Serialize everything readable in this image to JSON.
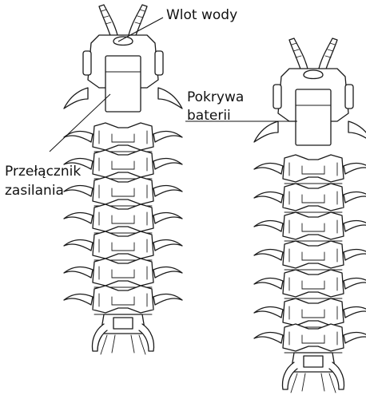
{
  "labels": {
    "water_inlet": "Wlot wody",
    "battery_cover_line1": "Pokrywa",
    "battery_cover_line2": "baterii",
    "power_switch_line1": "Przełącznik",
    "power_switch_line2": "zasilania"
  },
  "robots": [
    {
      "name": "centipede-robot-top-view",
      "segments": 8
    },
    {
      "name": "centipede-robot-top-view-2",
      "segments": 8
    }
  ]
}
